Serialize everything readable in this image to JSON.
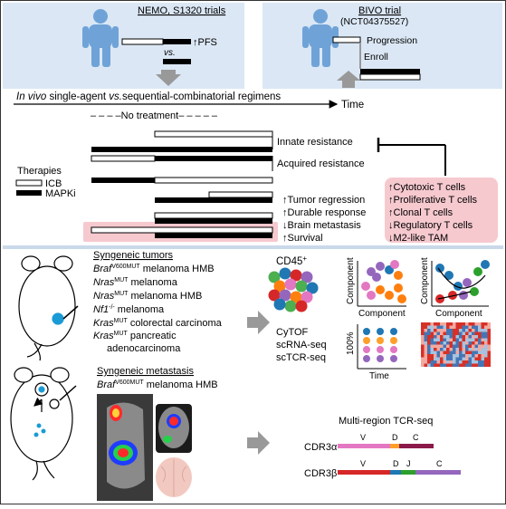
{
  "colors": {
    "panel_blue": "#dbe7f5",
    "person_blue": "#6fa3d8",
    "pink_box": "#f6c9cf",
    "divider": "#c9d9ea",
    "arrow_gray": "#999999",
    "bar_black": "#000000",
    "dot_palette": [
      "#4caf50",
      "#1f77b4",
      "#d62728",
      "#9467bd",
      "#ff7f0e",
      "#e377c2"
    ]
  },
  "top": {
    "nemo_title": "NEMO, S1320 trials",
    "pfs_label": "↑PFS",
    "vs_label": "vs.",
    "bivo_title": "BIVO trial",
    "bivo_id": "(NCT04375527)",
    "progression_label": "Progression",
    "enroll_label": "Enroll"
  },
  "timeline": {
    "in_vivo": "In vivo",
    "single_agent": " single-agent ",
    "vs": "vs.",
    "rest": "sequential-combinatorial regimens",
    "time_label": "Time"
  },
  "regimens": {
    "no_treatment": "– – – –No treatment– – – – –",
    "therapies_title": "Therapies",
    "icb_label": "ICB",
    "mapki_label": "MAPKi",
    "innate_resistance": "Innate resistance",
    "acquired_resistance": "Acquired resistance",
    "outcomes": [
      "↑Tumor regression",
      "↑Durable response",
      "↓Brain metastasis",
      "↑Survival"
    ],
    "immune_effects": [
      "↑Cytotoxic T cells",
      "↑Proliferative T cells",
      "↑Clonal T cells",
      "↓Regulatory T cells",
      "↓M2-like TAM"
    ]
  },
  "models": {
    "syngeneic_tumors_title": "Syngeneic tumors",
    "tumors": [
      {
        "gene": "Braf",
        "sup": "V600MUT",
        "rest": " melanoma HMB"
      },
      {
        "gene": "Nras",
        "sup": "MUT",
        "rest": " melanoma"
      },
      {
        "gene": "Nras",
        "sup": "MUT",
        "rest": " melanoma HMB"
      },
      {
        "gene": "Nf1",
        "sup": "-/-",
        "rest": " melanoma"
      },
      {
        "gene": "Kras",
        "sup": "MUT",
        "rest": " colorectal carcinoma"
      },
      {
        "gene": "Kras",
        "sup": "MUT",
        "rest": " pancreatic"
      }
    ],
    "tumor_last_line": "adenocarcinoma",
    "syngeneic_metastasis_title": "Syngeneic metastasis",
    "metastasis": {
      "gene": "Braf",
      "sup": "V600MUT",
      "rest": " melanoma HMB"
    }
  },
  "assays": {
    "cd45": "CD45",
    "cd45_sup": "+",
    "methods": [
      "CyTOF",
      "scRNA-seq",
      "scTCR-seq"
    ],
    "component": "Component",
    "percent_100": "100%",
    "time": "Time",
    "multiregion_title": "Multi-region TCR-seq",
    "cdr3a": "CDR3α",
    "cdr3b": "CDR3β",
    "segments_a": [
      "V",
      "D",
      "C"
    ],
    "segments_b": [
      "V",
      "D",
      "J",
      "C"
    ]
  }
}
